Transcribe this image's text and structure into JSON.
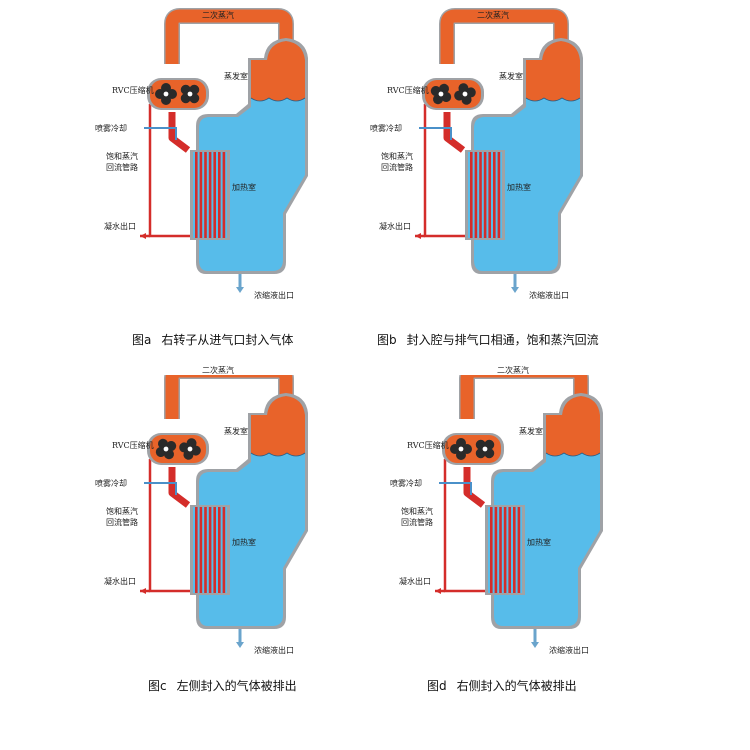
{
  "labels": {
    "secondary_steam": "二次蒸汽",
    "compressor": "RVC压缩机",
    "evaporation_chamber": "蒸发室",
    "spray_cooling": "喷雾冷却",
    "saturated_steam_return": "饱和蒸汽\n回流管路",
    "heating_chamber": "加热室",
    "condensate_outlet": "凝水出口",
    "concentrate_outlet": "浓缩液出口"
  },
  "panels": [
    {
      "tag": "图a",
      "caption": "右转子从进气口封入气体"
    },
    {
      "tag": "图b",
      "caption": "封入腔与排气口相通，饱和蒸汽回流"
    },
    {
      "tag": "图c",
      "caption": "左侧封入的气体被排出"
    },
    {
      "tag": "图d",
      "caption": "右侧封入的气体被排出"
    }
  ],
  "colors": {
    "steam": "#e8632a",
    "liquid": "#57bcea",
    "pipe_red": "#d42d2a",
    "compressor_body": "#e8632a",
    "rotor": "#2a2a2a",
    "outline": "#9fa2a6"
  }
}
